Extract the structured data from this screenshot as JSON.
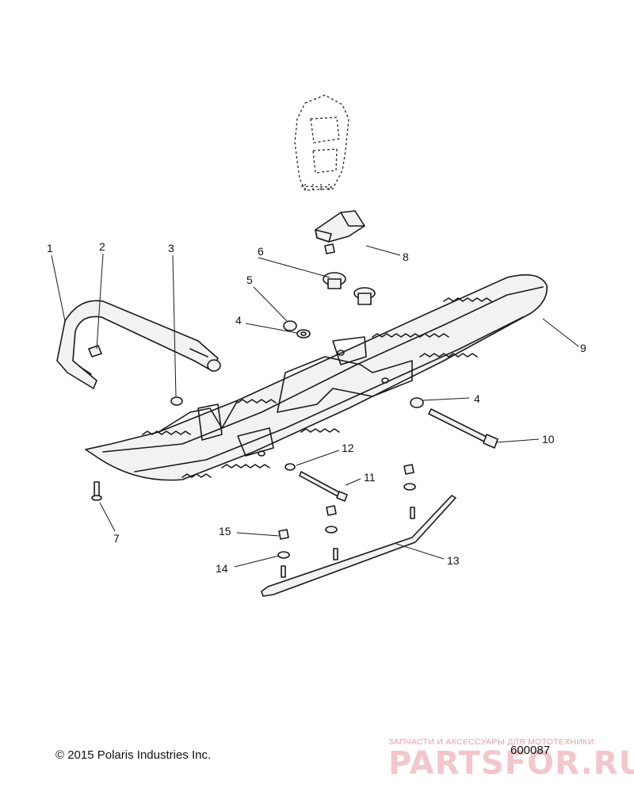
{
  "callouts": [
    {
      "id": "1",
      "label": "1"
    },
    {
      "id": "2",
      "label": "2"
    },
    {
      "id": "3",
      "label": "3"
    },
    {
      "id": "4a",
      "label": "4"
    },
    {
      "id": "4b",
      "label": "4"
    },
    {
      "id": "5",
      "label": "5"
    },
    {
      "id": "6",
      "label": "6"
    },
    {
      "id": "7",
      "label": "7"
    },
    {
      "id": "8",
      "label": "8"
    },
    {
      "id": "9",
      "label": "9"
    },
    {
      "id": "10",
      "label": "10"
    },
    {
      "id": "11",
      "label": "11"
    },
    {
      "id": "12",
      "label": "12"
    },
    {
      "id": "13",
      "label": "13"
    },
    {
      "id": "14",
      "label": "14"
    },
    {
      "id": "15",
      "label": "15"
    }
  ],
  "footer": {
    "copyright": "© 2015 Polaris Industries Inc.",
    "drawing_code": "600087"
  },
  "watermark": {
    "tagline": "ЗАПЧАСТИ И АКСЕССУАРЫ ДЛЯ МОТОТЕХНИКИ",
    "brand": "PARTSFOR.RU"
  }
}
